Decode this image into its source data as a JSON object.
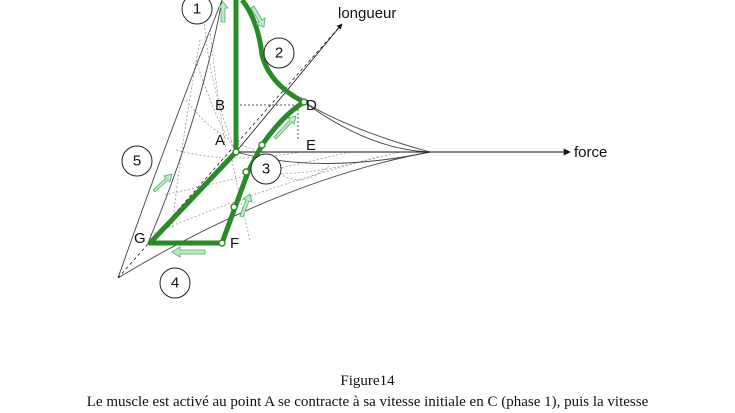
{
  "diagram": {
    "axes": {
      "length": "longueur",
      "force": "force"
    },
    "points": {
      "A": "A",
      "B": "B",
      "D": "D",
      "E": "E",
      "F": "F",
      "G": "G"
    },
    "phases": [
      "1",
      "2",
      "3",
      "4",
      "5"
    ],
    "colors": {
      "cycle": "#2a8a2a",
      "arrow": "#8fd3a0",
      "surface": "#444444",
      "grid": "#999999"
    }
  },
  "figure": {
    "title": "Figure14",
    "caption": "Le muscle est activé au point A se contracte à sa vitesse initiale en C (phase 1), puis la vitesse"
  }
}
